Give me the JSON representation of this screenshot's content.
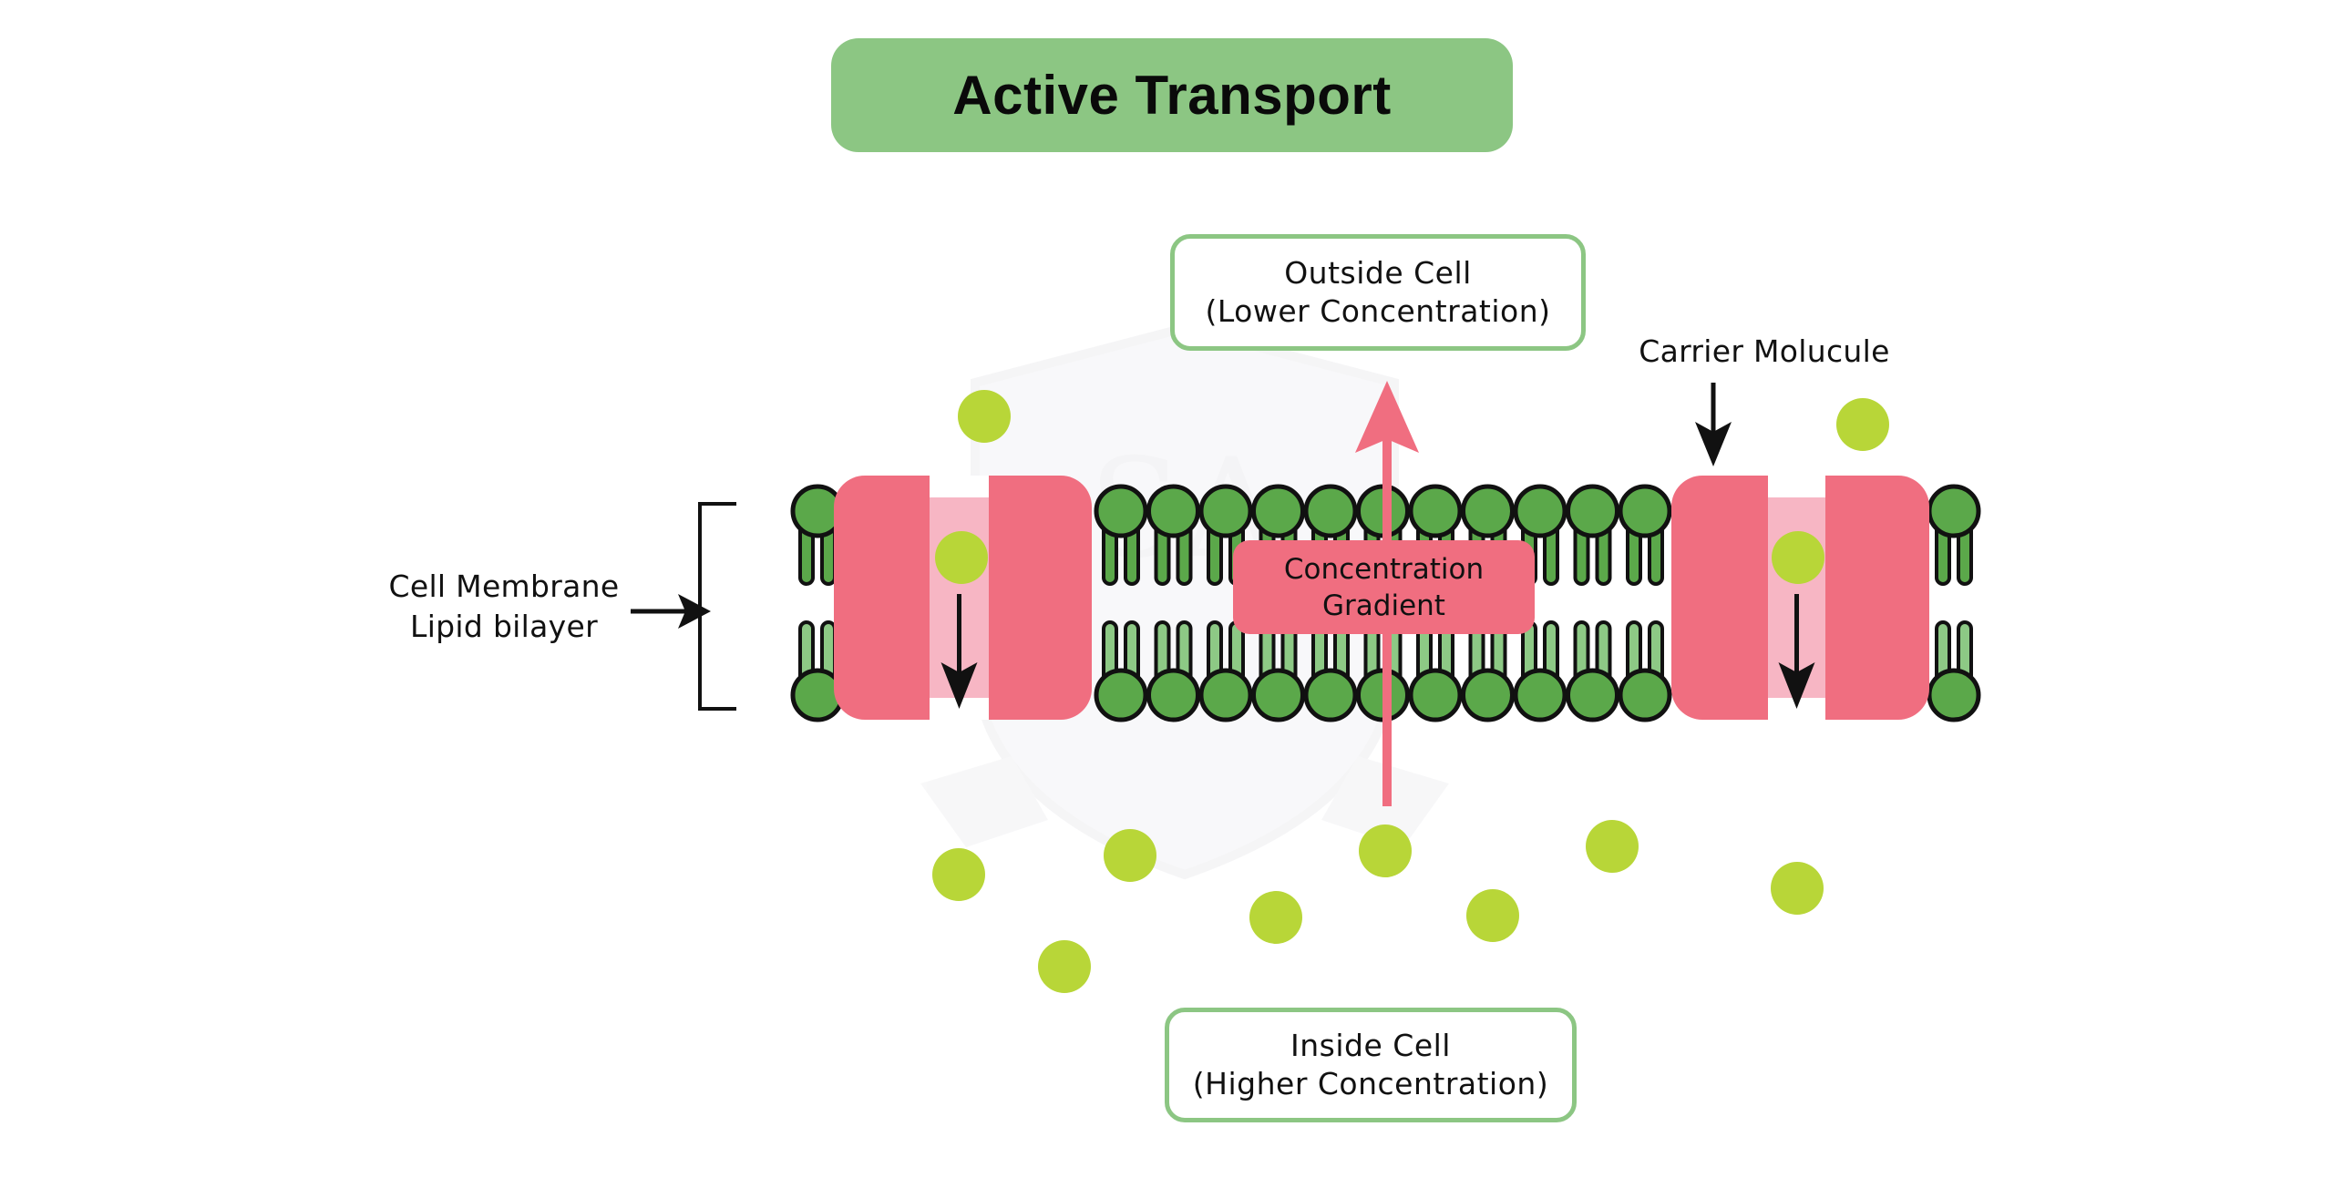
{
  "title": "Active Transport",
  "labels": {
    "outside": {
      "line1": "Outside Cell",
      "line2": "(Lower Concentration)"
    },
    "inside": {
      "line1": "Inside Cell",
      "line2": "(Higher Concentration)"
    },
    "membrane": {
      "line1": "Cell Membrane",
      "line2": "Lipid bilayer"
    },
    "carrier": "Carrier Molucule",
    "gradient": {
      "line1": "Concentration",
      "line2": "Gradient"
    }
  },
  "colors": {
    "title_bg": "#8cc683",
    "box_border": "#8cc683",
    "carrier_protein": "#f06e80",
    "carrier_channel": "#f7b6c4",
    "phospholipid_head": "#5ba84a",
    "tail_outer_leaflet": "#5ba84a",
    "tail_inner_leaflet": "#8dc985",
    "molecule": "#b8d638",
    "gradient_arrow": "#f06e80",
    "outline": "#111111"
  },
  "molecules": {
    "outside_count": 2,
    "in_carrier_count": 2,
    "inside_count": 8
  },
  "watermark": "SA"
}
